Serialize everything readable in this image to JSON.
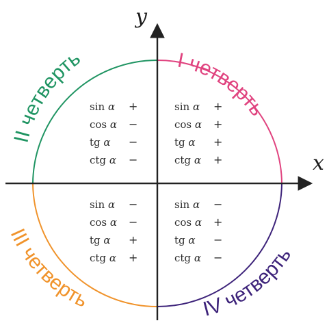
{
  "axes": {
    "x_label": "x",
    "y_label": "y"
  },
  "colors": {
    "q1": "#e0437f",
    "q2": "#1f9462",
    "q3": "#f0932b",
    "q4": "#3d237a",
    "axis": "#222222",
    "text": "#2b2b2b"
  },
  "function_names": [
    "sin",
    "cos",
    "tg",
    "ctg"
  ],
  "angle_symbol": "α",
  "quadrants": {
    "q1": {
      "label": "I четверть",
      "signs": [
        "+",
        "+",
        "+",
        "+"
      ]
    },
    "q2": {
      "label": "II четверть",
      "signs": [
        "+",
        "−",
        "−",
        "−"
      ]
    },
    "q3": {
      "label": "III четверть",
      "signs": [
        "−",
        "−",
        "+",
        "+"
      ]
    },
    "q4": {
      "label": "IV четверть",
      "signs": [
        "−",
        "+",
        "−",
        "−"
      ]
    }
  }
}
